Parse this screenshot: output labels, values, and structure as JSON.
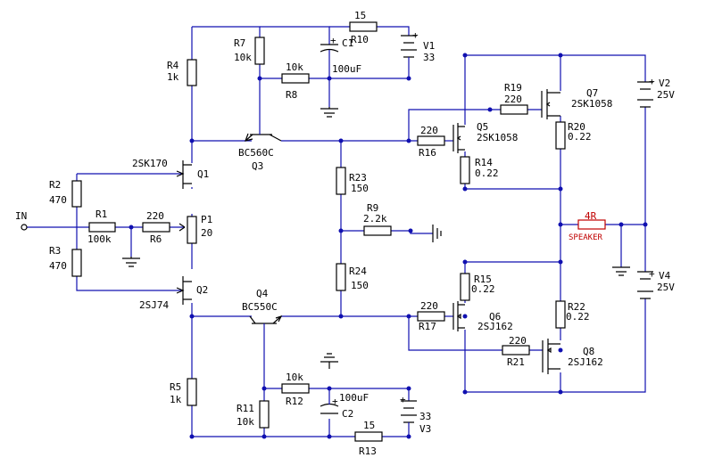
{
  "labels": {
    "in": "IN",
    "r1": "R1",
    "r1v": "100k",
    "r2": "R2",
    "r2v": "470",
    "r3": "R3",
    "r3v": "470",
    "r4": "R4",
    "r4v": "1k",
    "r5": "R5",
    "r5v": "1k",
    "r6": "R6",
    "r6v": "220",
    "r7": "R7",
    "r7v": "10k",
    "r8": "R8",
    "r8v": "10k",
    "r9": "R9",
    "r9v": "2.2k",
    "r10": "R10",
    "r10v": "15",
    "r11": "R11",
    "r11v": "10k",
    "r12": "R12",
    "r12v": "10k",
    "r13": "R13",
    "r13v": "15",
    "r14": "R14",
    "r14v": "0.22",
    "r15": "R15",
    "r15v": "0.22",
    "r16": "R16",
    "r16v": "220",
    "r17": "R17",
    "r17v": "220",
    "r19": "R19",
    "r19v": "220",
    "r20": "R20",
    "r20v": "0.22",
    "r21": "R21",
    "r21v": "220",
    "r22": "R22",
    "r22v": "0.22",
    "r23": "R23",
    "r23v": "150",
    "r24": "R24",
    "r24v": "150",
    "p1": "P1",
    "p1v": "20",
    "c1": "C1",
    "c1v": "100uF",
    "c2": "C2",
    "c2v": "100uF",
    "v1": "V1",
    "v1v": "33",
    "v2": "V2",
    "v2v": "25V",
    "v3": "V3",
    "v3v": "33",
    "v4": "V4",
    "v4v": "25V",
    "q1": "Q1",
    "q1t": "2SK170",
    "q2": "Q2",
    "q2t": "2SJ74",
    "q3": "Q3",
    "q3t": "BC560C",
    "q4": "Q4",
    "q4t": "BC550C",
    "q5": "Q5",
    "q5t": "2SK1058",
    "q6": "Q6",
    "q6t": "2SJ162",
    "q7": "Q7",
    "q7t": "2SK1058",
    "q8": "Q8",
    "q8t": "2SJ162",
    "spk": "4R",
    "spkt": "SPEAKER",
    "plus": "+"
  },
  "colors": {
    "wire": "#1010b0",
    "speaker": "#c00000",
    "component": "#000000"
  }
}
